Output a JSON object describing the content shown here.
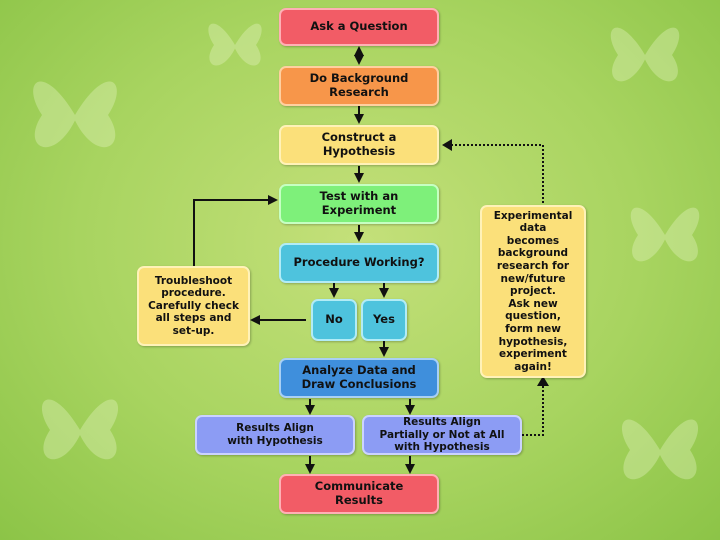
{
  "nodes": {
    "ask": "Ask a Question",
    "research": "Do Background\nResearch",
    "hypothesis": "Construct a\nHypothesis",
    "experiment": "Test with an\nExperiment",
    "procedure": "Procedure Working?",
    "no": "No",
    "yes": "Yes",
    "troubleshoot": "Troubleshoot\nprocedure.\nCarefully check\nall steps and\nset-up.",
    "analyze": "Analyze Data and\nDraw Conclusions",
    "align": "Results Align\nwith Hypothesis",
    "partial": "Results Align\nPartially or Not at All\nwith Hypothesis",
    "communicate": "Communicate\nResults",
    "experimental": "Experimental\ndata\nbecomes\nbackground\nresearch for\nnew/future\nproject.\nAsk new\nquestion,\nform new\nhypothesis,\nexperiment\nagain!"
  },
  "colors": {
    "red": "#f25c66",
    "orange": "#f7964a",
    "yellow": "#fbe07a",
    "green": "#7ef07a",
    "cyan": "#4ec3dd",
    "blue": "#3f8fdc",
    "purple": "#8c9cf4",
    "background": "#a8d460"
  }
}
